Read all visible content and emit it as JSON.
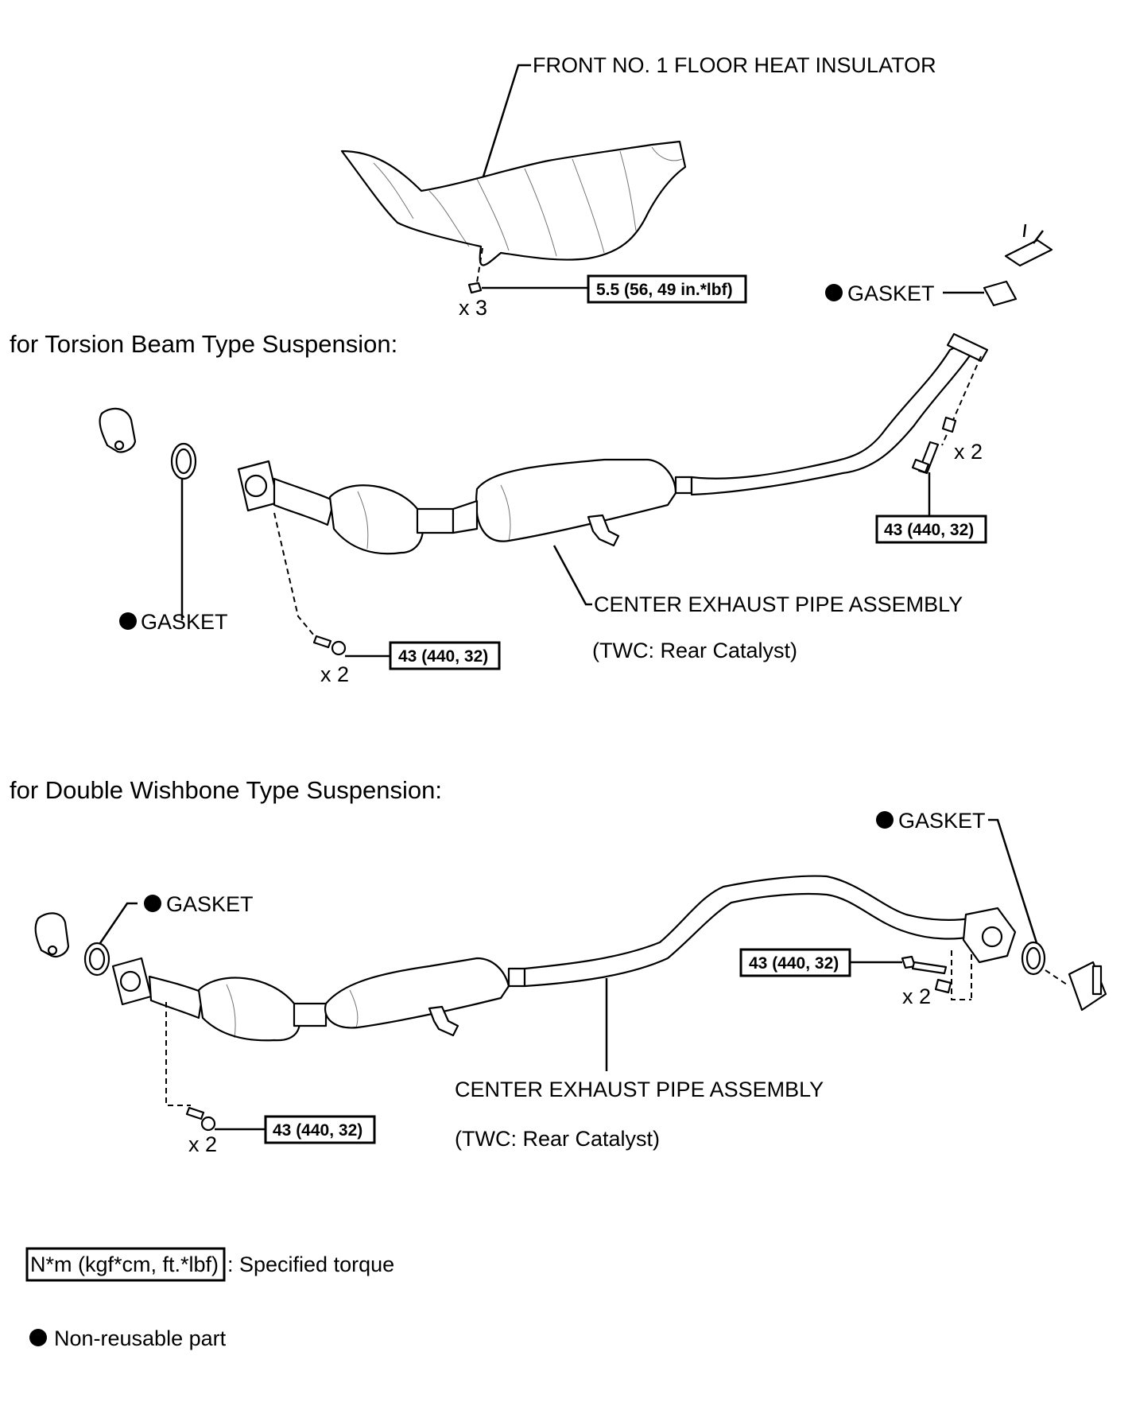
{
  "labels": {
    "heat_insulator": "FRONT NO. 1 FLOOR HEAT INSULATOR",
    "gasket": "GASKET",
    "center_pipe": "CENTER EXHAUST PIPE ASSEMBLY",
    "twc": "(TWC: Rear Catalyst)",
    "qty_3": "x 3",
    "qty_2": "x 2"
  },
  "sections": {
    "torsion": "for Torsion Beam Type Suspension:",
    "wishbone": "for Double Wishbone Type Suspension:"
  },
  "torques": {
    "insulator": "5.5 (56, 49 in.*lbf)",
    "pipe_bolt": "43 (440, 32)"
  },
  "legend": {
    "torque_box": "N*m (kgf*cm, ft.*lbf)",
    "torque_text": ": Specified torque",
    "nonreusable_text": "Non-reusable part"
  }
}
